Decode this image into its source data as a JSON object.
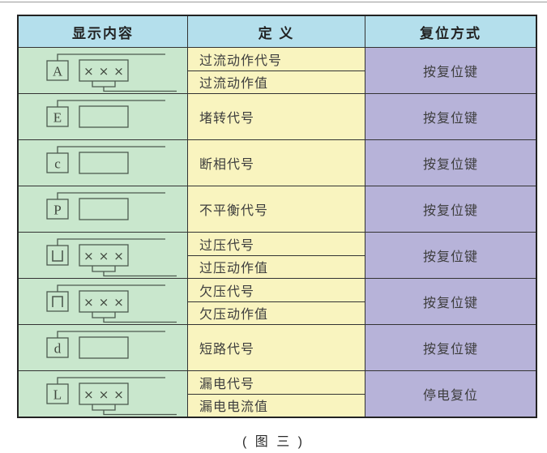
{
  "figure": {
    "caption": "( 图 三 )"
  },
  "columns": [
    "显示内容",
    "定 义",
    "复位方式"
  ],
  "colors": {
    "header_bg": "#b4dfec",
    "display_col_bg": "#c9e7cd",
    "definition_col_bg": "#f9f4bf",
    "reset_col_bg": "#b7b3d9",
    "table_border": "#222222",
    "diagram_stroke": "#4d5a4f",
    "text": "#3d3d3d"
  },
  "rows": [
    {
      "display": {
        "symbol": "A",
        "symbol_style": "text",
        "value_box": "×××",
        "bracket": true
      },
      "definitions": [
        "过流动作代号",
        "过流动作值"
      ],
      "reset": "按复位键"
    },
    {
      "display": {
        "symbol": "E",
        "symbol_style": "text",
        "value_box": "",
        "bracket": false
      },
      "definitions": [
        "堵转代号"
      ],
      "reset": "按复位键"
    },
    {
      "display": {
        "symbol": "c",
        "symbol_style": "text",
        "value_box": "",
        "bracket": false
      },
      "definitions": [
        "断相代号"
      ],
      "reset": "按复位键"
    },
    {
      "display": {
        "symbol": "P",
        "symbol_style": "text",
        "value_box": "",
        "bracket": false
      },
      "definitions": [
        "不平衡代号"
      ],
      "reset": "按复位键"
    },
    {
      "display": {
        "symbol": "⊔",
        "symbol_style": "cup",
        "value_box": "×××",
        "bracket": true
      },
      "definitions": [
        "过压代号",
        "过压动作值"
      ],
      "reset": "按复位键"
    },
    {
      "display": {
        "symbol": "⊓",
        "symbol_style": "cap",
        "value_box": "×××",
        "bracket": true
      },
      "definitions": [
        "欠压代号",
        "欠压动作值"
      ],
      "reset": "按复位键"
    },
    {
      "display": {
        "symbol": "d",
        "symbol_style": "text",
        "value_box": "",
        "bracket": false
      },
      "definitions": [
        "短路代号"
      ],
      "reset": "按复位键"
    },
    {
      "display": {
        "symbol": "L",
        "symbol_style": "text",
        "value_box": "×××",
        "bracket": true
      },
      "definitions": [
        "漏电代号",
        "漏电电流值"
      ],
      "reset": "停电复位"
    }
  ]
}
